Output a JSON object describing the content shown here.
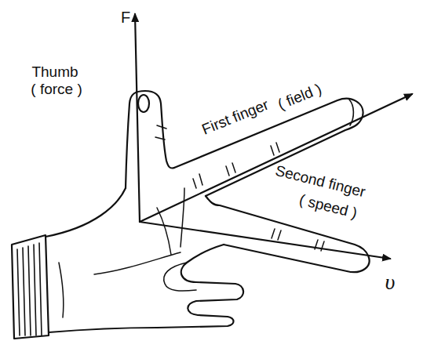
{
  "diagram": {
    "labels": [
      "F",
      "Thumb",
      "( force )",
      "First finger",
      "( field )",
      "Second finger",
      "( speed )",
      "υ"
    ]
  }
}
